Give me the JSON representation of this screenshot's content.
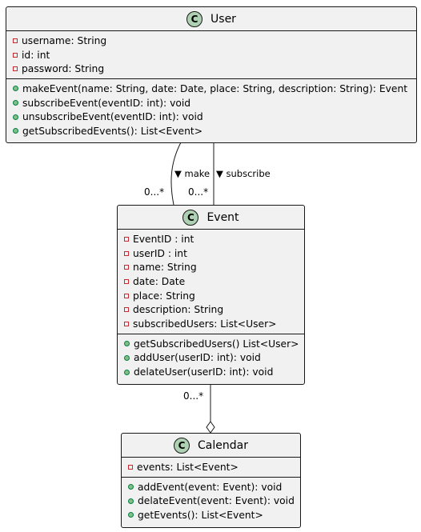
{
  "classes": {
    "user": {
      "name": "User",
      "stereotype_glyph": "C",
      "attributes": [
        {
          "visibility": "private",
          "text": "username: String"
        },
        {
          "visibility": "private",
          "text": "id: int"
        },
        {
          "visibility": "private",
          "text": "password: String"
        }
      ],
      "methods": [
        {
          "visibility": "public",
          "text": "makeEvent(name: String, date: Date, place: String, description: String): Event"
        },
        {
          "visibility": "public",
          "text": "subscribeEvent(eventID: int): void"
        },
        {
          "visibility": "public",
          "text": "unsubscribeEvent(eventID: int): void"
        },
        {
          "visibility": "public",
          "text": "getSubscribedEvents(): List<Event>"
        }
      ]
    },
    "event": {
      "name": "Event",
      "stereotype_glyph": "C",
      "attributes": [
        {
          "visibility": "private",
          "text": "EventID : int"
        },
        {
          "visibility": "private",
          "text": "userID : int"
        },
        {
          "visibility": "private",
          "text": "name: String"
        },
        {
          "visibility": "private",
          "text": "date: Date"
        },
        {
          "visibility": "private",
          "text": "place: String"
        },
        {
          "visibility": "private",
          "text": "description: String"
        },
        {
          "visibility": "private",
          "text": "subscribedUsers: List<User>"
        }
      ],
      "methods": [
        {
          "visibility": "public",
          "text": "getSubscribedUsers() List<User>"
        },
        {
          "visibility": "public",
          "text": "addUser(userID: int): void"
        },
        {
          "visibility": "public",
          "text": "delateUser(userID: int): void"
        }
      ]
    },
    "calendar": {
      "name": "Calendar",
      "stereotype_glyph": "C",
      "attributes": [
        {
          "visibility": "private",
          "text": "events: List<Event>"
        }
      ],
      "methods": [
        {
          "visibility": "public",
          "text": "addEvent(event: Event): void"
        },
        {
          "visibility": "public",
          "text": "delateEvent(event: Event): void"
        },
        {
          "visibility": "public",
          "text": "getEvents(): List<Event>"
        }
      ]
    }
  },
  "relations": {
    "make": {
      "label": "make",
      "arrow": "▼",
      "multiplicity": "0...*"
    },
    "subscribe": {
      "label": "subscribe",
      "arrow": "▼",
      "multiplicity": "0...*"
    },
    "aggregation": {
      "multiplicity": "0...*"
    }
  },
  "colors": {
    "border": "#181818",
    "box_fill": "#f1f1f1",
    "class_badge": "#add1b2",
    "private_marker": "#c82930",
    "public_marker": "#84be84"
  }
}
